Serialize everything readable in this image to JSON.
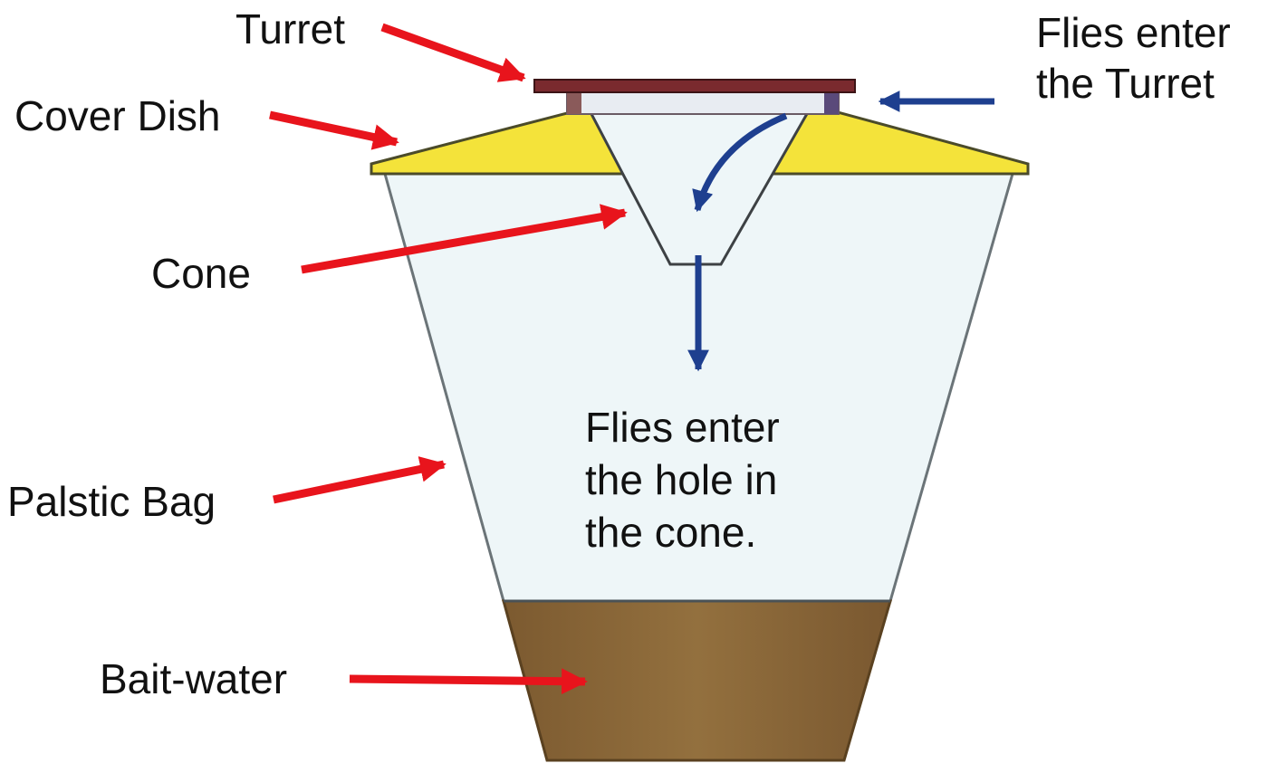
{
  "labels": {
    "turret": "Turret",
    "cover_dish": "Cover Dish",
    "cone": "Cone",
    "plastic_bag": "Palstic Bag",
    "bait_water": "Bait-water"
  },
  "annotations": {
    "flies_enter_turret": [
      "Flies enter",
      "the Turret"
    ],
    "flies_enter_hole": [
      "Flies enter",
      "the hole in",
      "the cone."
    ]
  },
  "colors": {
    "label_arrow": "#e8141c",
    "flow_arrow": "#1e3f8f",
    "turret_lid": "#7a2a2e",
    "cover_dish": "#f4e33a",
    "bag_fill": "#eef6f8",
    "bait_water": "#8a6537"
  }
}
